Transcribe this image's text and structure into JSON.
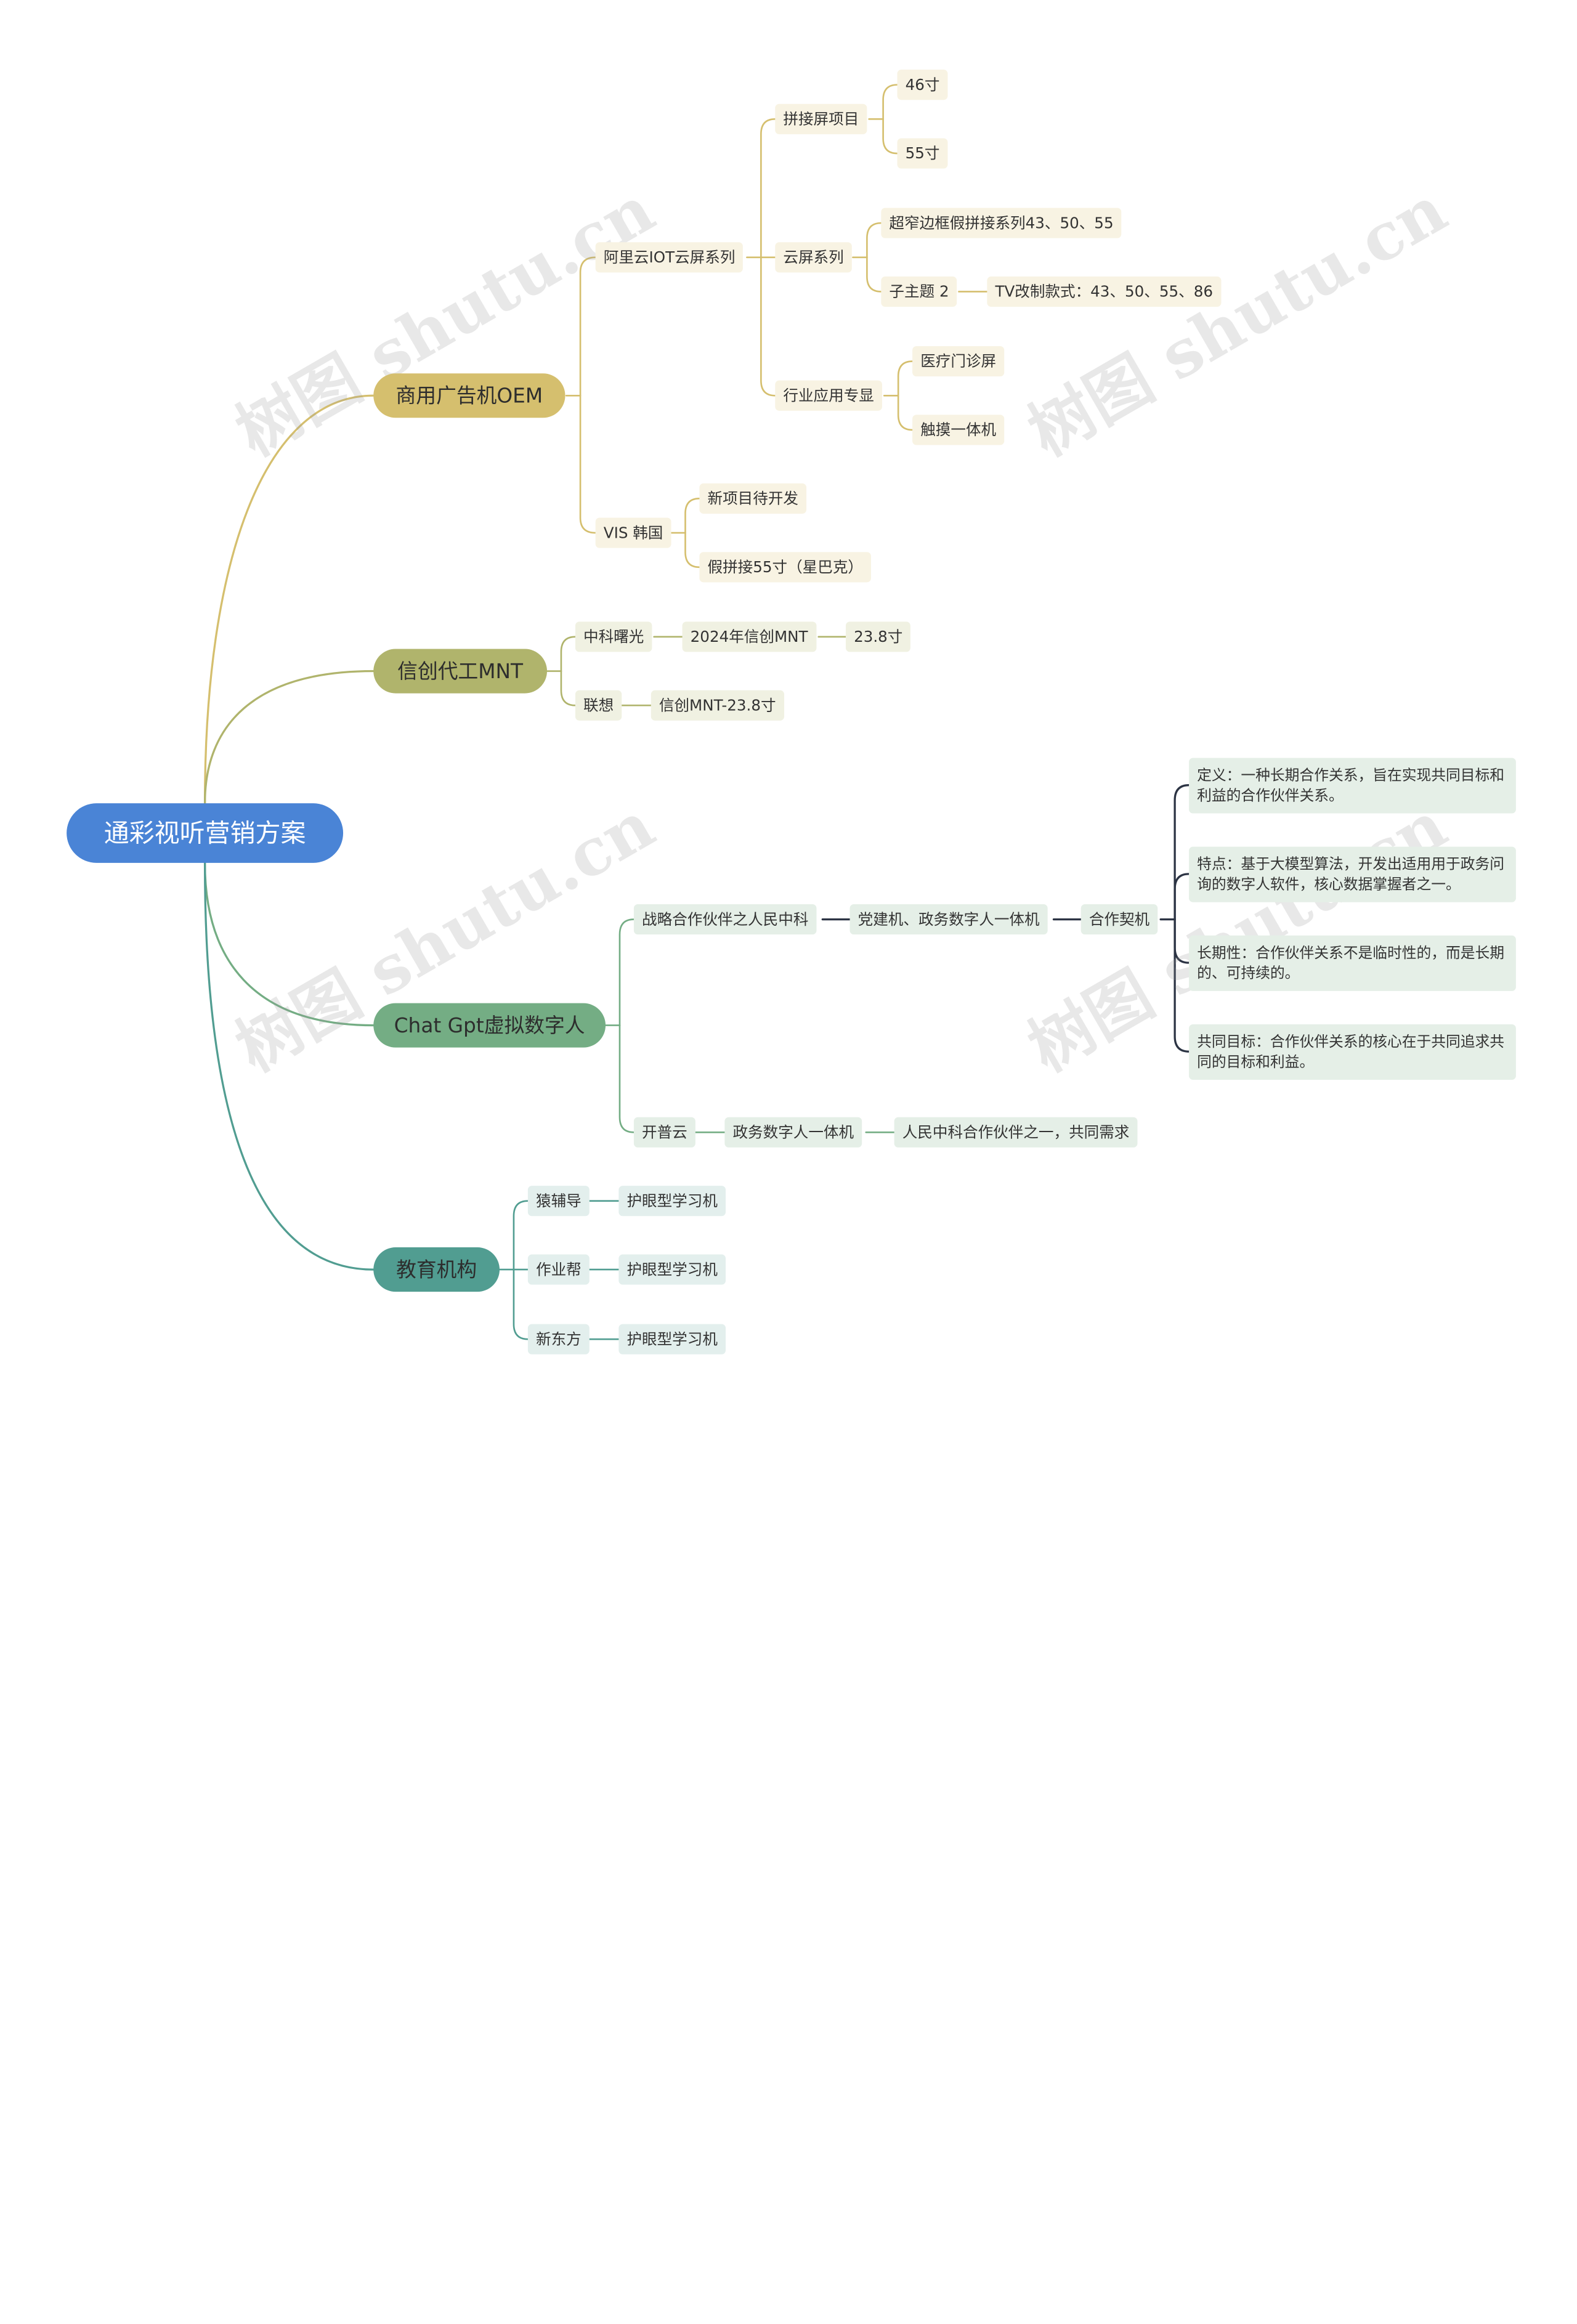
{
  "root": {
    "label": "通彩视听营销方案"
  },
  "watermark": "树图 shutu.cn",
  "b1": {
    "label": "商用广告机OEM",
    "aliyun": {
      "label": "阿里云IOT云屏系列",
      "splice": {
        "label": "拼接屏项目",
        "items": [
          "46寸",
          "55寸"
        ]
      },
      "cloud": {
        "label": "云屏系列",
        "narrow": "超窄边框假拼接系列43、50、55",
        "sub": "子主题 2",
        "tv": "TV改制款式：43、50、55、86"
      },
      "industry": {
        "label": "行业应用专显",
        "items": [
          "医疗门诊屏",
          "触摸一体机"
        ]
      }
    },
    "vis": {
      "label": "VIS 韩国",
      "items": [
        "新项目待开发",
        "假拼接55寸（星巴克）"
      ]
    }
  },
  "b2": {
    "label": "信创代工MNT",
    "zkcg": {
      "label": "中科曙光",
      "mnt": "2024年信创MNT",
      "size": "23.8寸"
    },
    "lenovo": {
      "label": "联想",
      "mnt": "信创MNT-23.8寸"
    }
  },
  "b3": {
    "label": "Chat Gpt虚拟数字人",
    "partner": {
      "label": "战略合作伙伴之人民中科",
      "machine": "党建机、政务数字人一体机",
      "deal": "合作契机",
      "notes": [
        "定义：一种长期合作关系，旨在实现共同目标和利益的合作伙伴关系。",
        "特点：基于大模型算法，开发出适用用于政务问询的数字人软件，核心数据掌握者之一。",
        "长期性：合作伙伴关系不是临时性的，而是长期的、可持续的。",
        "共同目标：合作伙伴关系的核心在于共同追求共同的目标和利益。"
      ]
    },
    "kaipu": {
      "label": "开普云",
      "machine": "政务数字人一体机",
      "need": "人民中科合作伙伴之一，共同需求"
    }
  },
  "b4": {
    "label": "教育机构",
    "orgs": [
      {
        "label": "猿辅导",
        "product": "护眼型学习机"
      },
      {
        "label": "作业帮",
        "product": "护眼型学习机"
      },
      {
        "label": "新东方",
        "product": "护眼型学习机"
      }
    ]
  },
  "colors": {
    "root": "#4a84d6",
    "b1": "#d5bf6e",
    "b2": "#b0b46c",
    "b3": "#74ad84",
    "b4": "#519d91",
    "dark": "#2c3444"
  }
}
